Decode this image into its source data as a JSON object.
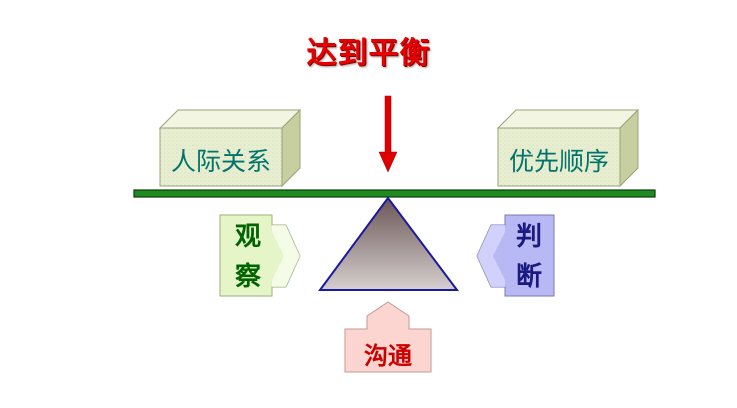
{
  "title": "达到平衡",
  "left_box": {
    "label": "人际关系"
  },
  "right_box": {
    "label": "优先顺序"
  },
  "left_arrow": {
    "label_line1": "观",
    "label_line2": "察"
  },
  "right_arrow": {
    "label_line1": "判",
    "label_line2": "断"
  },
  "bottom_arrow": {
    "label": "沟通"
  },
  "colors": {
    "title": "#e60000",
    "beam": "#1f7a1f",
    "box_face": "#e6eccf",
    "box_text": "#00736b",
    "left_arrow_fill": "#e6f5c8",
    "left_arrow_text": "#006400",
    "right_arrow_fill": "#b8b8f5",
    "right_arrow_text": "#1a1a80",
    "bottom_arrow_fill": "#fcd5d0",
    "bottom_arrow_text": "#cc0000",
    "fulcrum": "#8a7674"
  }
}
